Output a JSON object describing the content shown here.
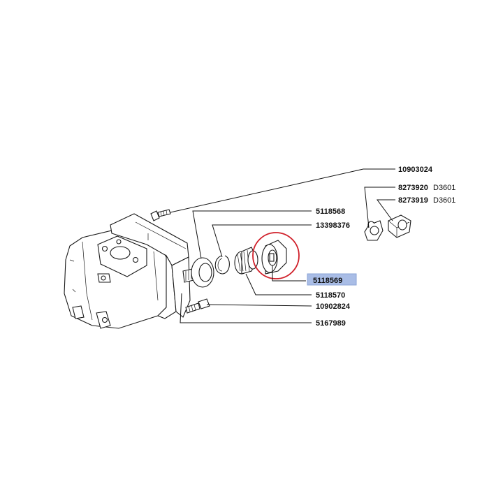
{
  "colors": {
    "highlight_ring": "#d0202a",
    "highlight_label_bg": "#a9bde6",
    "ink": "#111111"
  },
  "callouts": [
    {
      "part_number": "10903024",
      "suffix": ""
    },
    {
      "part_number": "8273920",
      "suffix": "D3601"
    },
    {
      "part_number": "8273919",
      "suffix": "D3601"
    },
    {
      "part_number": "5118568",
      "suffix": ""
    },
    {
      "part_number": "13398376",
      "suffix": ""
    },
    {
      "part_number": "5118569",
      "suffix": "",
      "highlighted": true
    },
    {
      "part_number": "5118570",
      "suffix": ""
    },
    {
      "part_number": "10902824",
      "suffix": ""
    },
    {
      "part_number": "5167989",
      "suffix": ""
    }
  ]
}
